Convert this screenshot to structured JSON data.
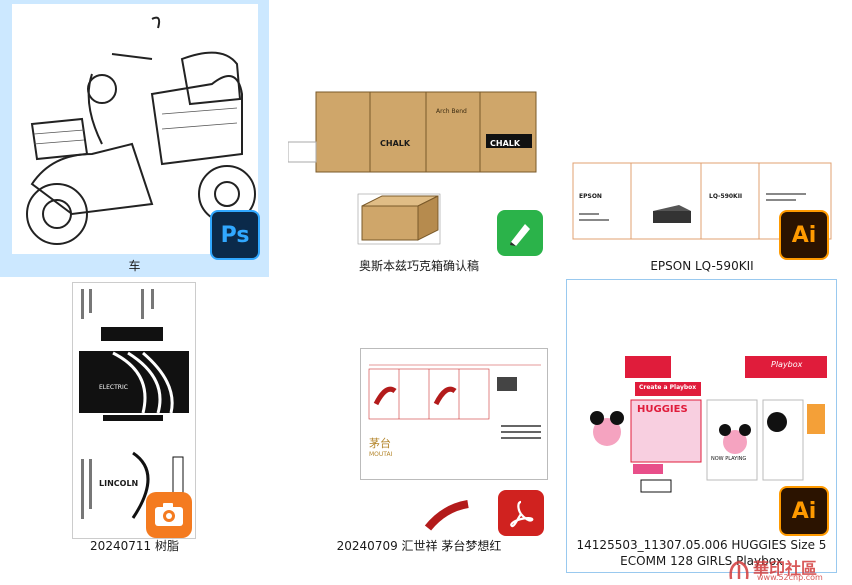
{
  "files": [
    {
      "caption": "车",
      "badge": "Ps",
      "badge_color": "#0b2a4a",
      "badge_text_color": "#31a8ff"
    },
    {
      "caption": "奥斯本兹巧克箱确认稿",
      "badge": "CorelDRAW",
      "badge_color": "#2bb34a"
    },
    {
      "caption": "EPSON LQ-590KII",
      "badge": "Ai",
      "badge_color": "#2b1300",
      "badge_text_color": "#ff9a00"
    },
    {
      "caption": "20240711 树脂",
      "badge": "image-viewer",
      "badge_color": "#f47b20"
    },
    {
      "caption": "20240709 汇世祥 茅台梦想红",
      "badge": "PDF",
      "badge_color": "#d0221f"
    },
    {
      "caption_line1": "14125503_11307.05.006 HUGGIES Size 5",
      "caption_line2": "ECOMM 128 GIRLS Playbox",
      "badge": "Ai",
      "badge_color": "#2b1300",
      "badge_text_color": "#ff9a00"
    }
  ],
  "thumb_text": {
    "chalk": "CHALK",
    "arch_bend": "Arch Bend",
    "epson_model": "LQ-590KII",
    "epson_brand": "EPSON",
    "electric": "ELECTRIC",
    "lincoln": "LINCOLN",
    "moutai_cn": "茅台",
    "moutai_en": "MOUTAI",
    "huggies": "HUGGIES",
    "create_playbox": "Create a Playbox",
    "playbox": "Playbox",
    "now_playing": "NOW PLAYING"
  },
  "watermark": {
    "text": "華印社區",
    "url": "www.52cnp.com"
  }
}
